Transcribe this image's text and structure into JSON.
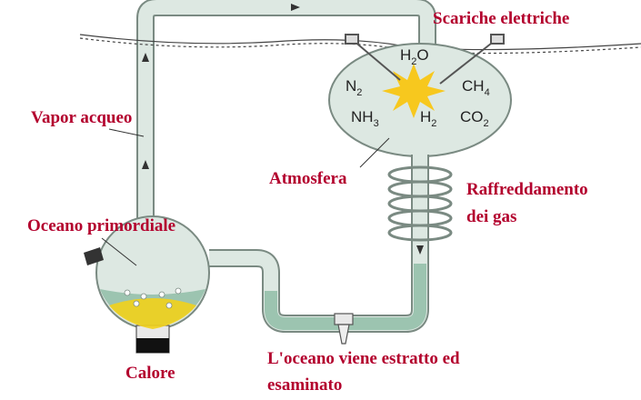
{
  "labels": {
    "electric_discharges": "Scariche elettriche",
    "water_vapor": "Vapor acqueo",
    "primordial_ocean": "Oceano primordiale",
    "atmosphere": "Atmosfera",
    "gas_cooling_line1": "Raffreddamento",
    "gas_cooling_line2": "dei gas",
    "ocean_extracted_line1": "L'oceano viene estratto ed",
    "ocean_extracted_line2": "esaminato",
    "heat": "Calore"
  },
  "chemicals": {
    "water": {
      "base": "H",
      "sub": "2",
      "tail": "O"
    },
    "nitrogen": {
      "base": "N",
      "sub": "2"
    },
    "methane": {
      "base": "CH",
      "sub": "4"
    },
    "ammonia": {
      "base": "NH",
      "sub": "3"
    },
    "hydrogen": {
      "base": "H",
      "sub": "2"
    },
    "carbon_dioxide": {
      "base": "CO",
      "sub": "2"
    }
  },
  "colors": {
    "label_text": "#b3002d",
    "glass_fill": "#dde8e2",
    "glass_stroke": "#7a8a82",
    "liquid": "#9cc4b0",
    "flame": "#f2d21b",
    "spark": "#f7c81e",
    "arrow": "#333333"
  }
}
